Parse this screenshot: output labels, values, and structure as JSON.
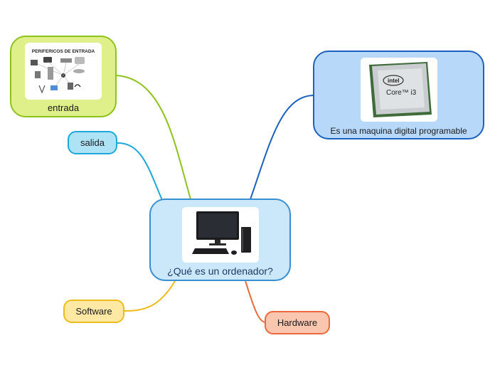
{
  "nodes": {
    "center": {
      "label": "¿Qué es un ordenador?"
    },
    "entrada": {
      "label": "entrada",
      "image_caption": "PERIFERICOS DE ENTRADA"
    },
    "salida": {
      "label": "salida"
    },
    "definicion": {
      "label": "Es una maquina digital programable",
      "chip_brand": "intel",
      "chip_model": "Core™ i3"
    },
    "software": {
      "label": "Software"
    },
    "hardware": {
      "label": "Hardware"
    }
  },
  "colors": {
    "center_border": "#3a8fd0",
    "entrada_link": "#8ec21c",
    "salida_link": "#1ea8d9",
    "definicion_link": "#1c62bf",
    "software_link": "#eebc1a",
    "hardware_link": "#ea6a3a"
  }
}
